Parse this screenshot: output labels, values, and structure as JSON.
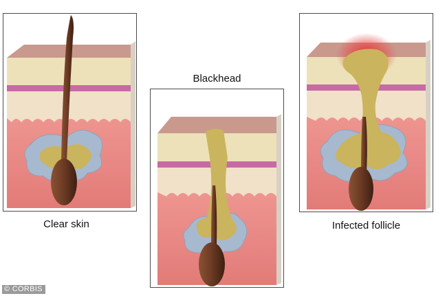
{
  "panels": [
    {
      "id": "clear-skin",
      "caption": "Clear skin"
    },
    {
      "id": "blackhead",
      "caption": "Blackhead"
    },
    {
      "id": "infected-follicle",
      "caption": "Infected follicle"
    }
  ],
  "watermark": "© CORBIS",
  "colors": {
    "epidermis_surface": "#c9998d",
    "epidermis": "#ece1b8",
    "basal_band": "#c86aa6",
    "papillary_dermis": "#f1e1c8",
    "dermis": "#e88782",
    "sebaceous_gland": "#a7b9cf",
    "sebum": "#cab45d",
    "hair_follicle": "#6b3a23",
    "inflammation": "#e23a3a"
  }
}
